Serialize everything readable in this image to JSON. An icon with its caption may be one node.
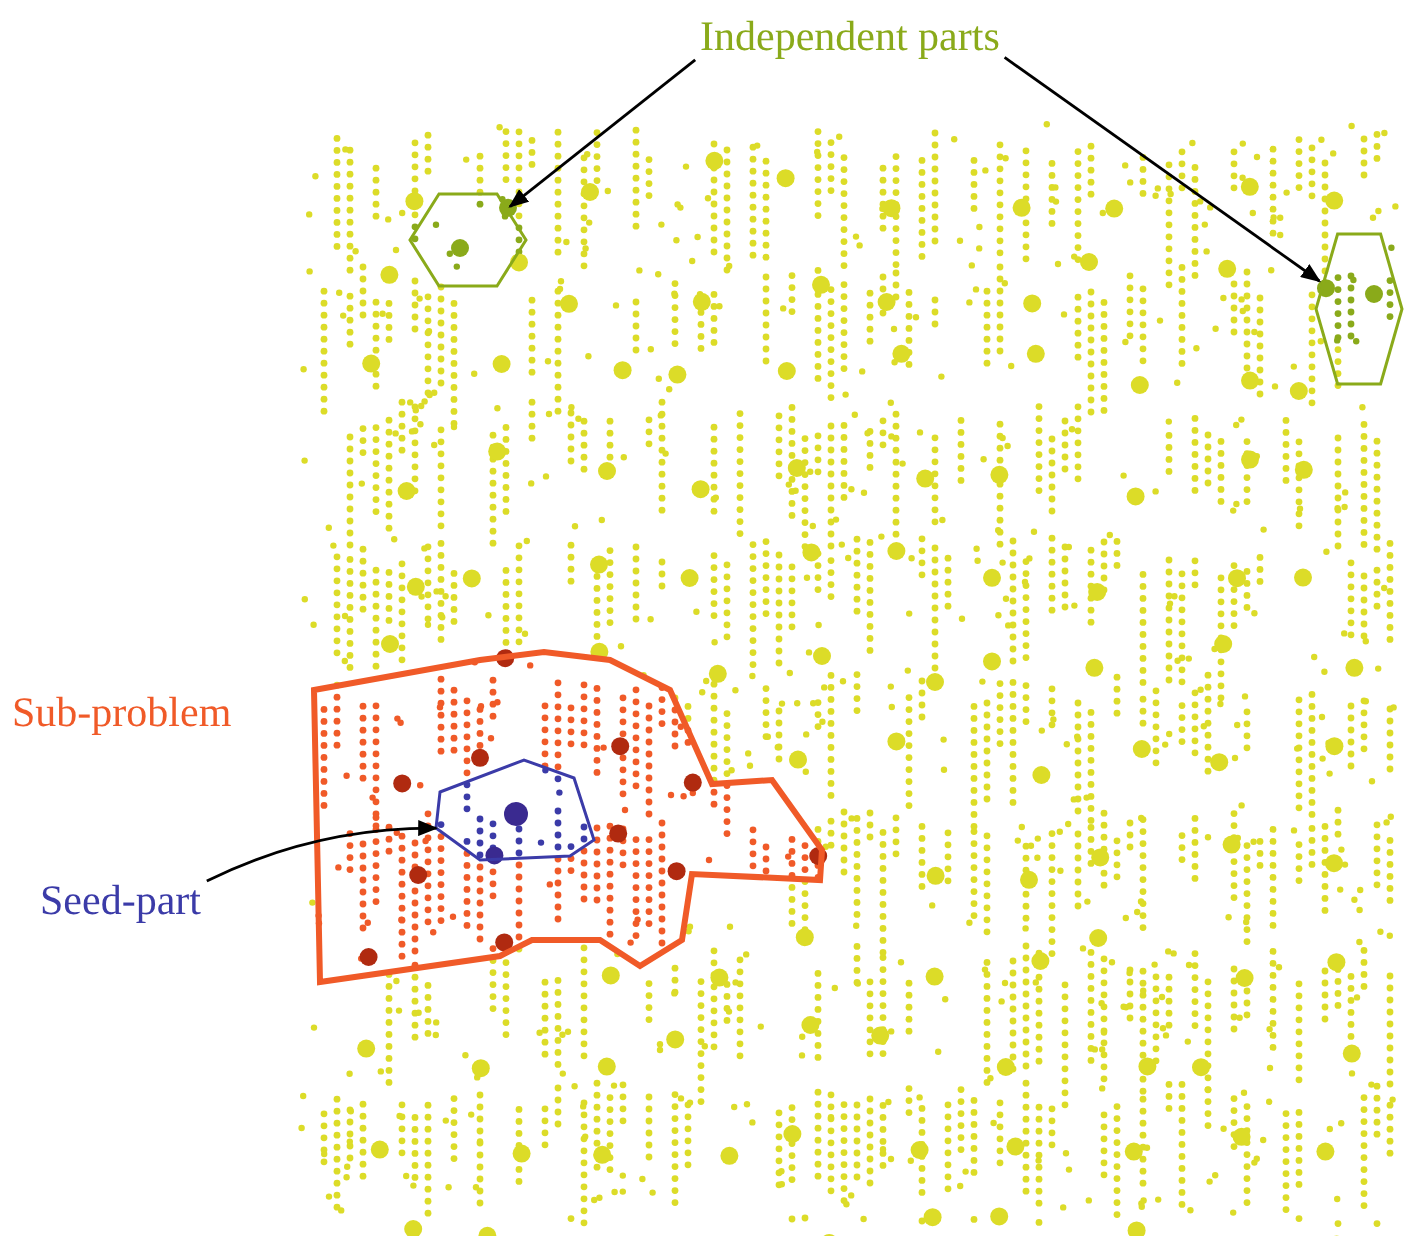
{
  "diagram": {
    "nodes": [
      {
        "text": [
          "Independent parts"
        ]
      },
      {
        "text": [],
        "shape": "hexagon"
      },
      {
        "text": [],
        "shape": "hexagon"
      },
      {
        "text": [
          "Sub-problem"
        ]
      },
      {
        "text": [
          "Seed-part"
        ]
      },
      {
        "text": [],
        "shape": "polygon",
        "in": 3
      }
    ],
    "edges": [
      {
        "from": 0,
        "to": 1,
        "arrow": "to"
      },
      {
        "from": 0,
        "to": 2,
        "arrow": "to"
      },
      {
        "from": 4,
        "to": 5,
        "arrow": "to"
      }
    ]
  }
}
